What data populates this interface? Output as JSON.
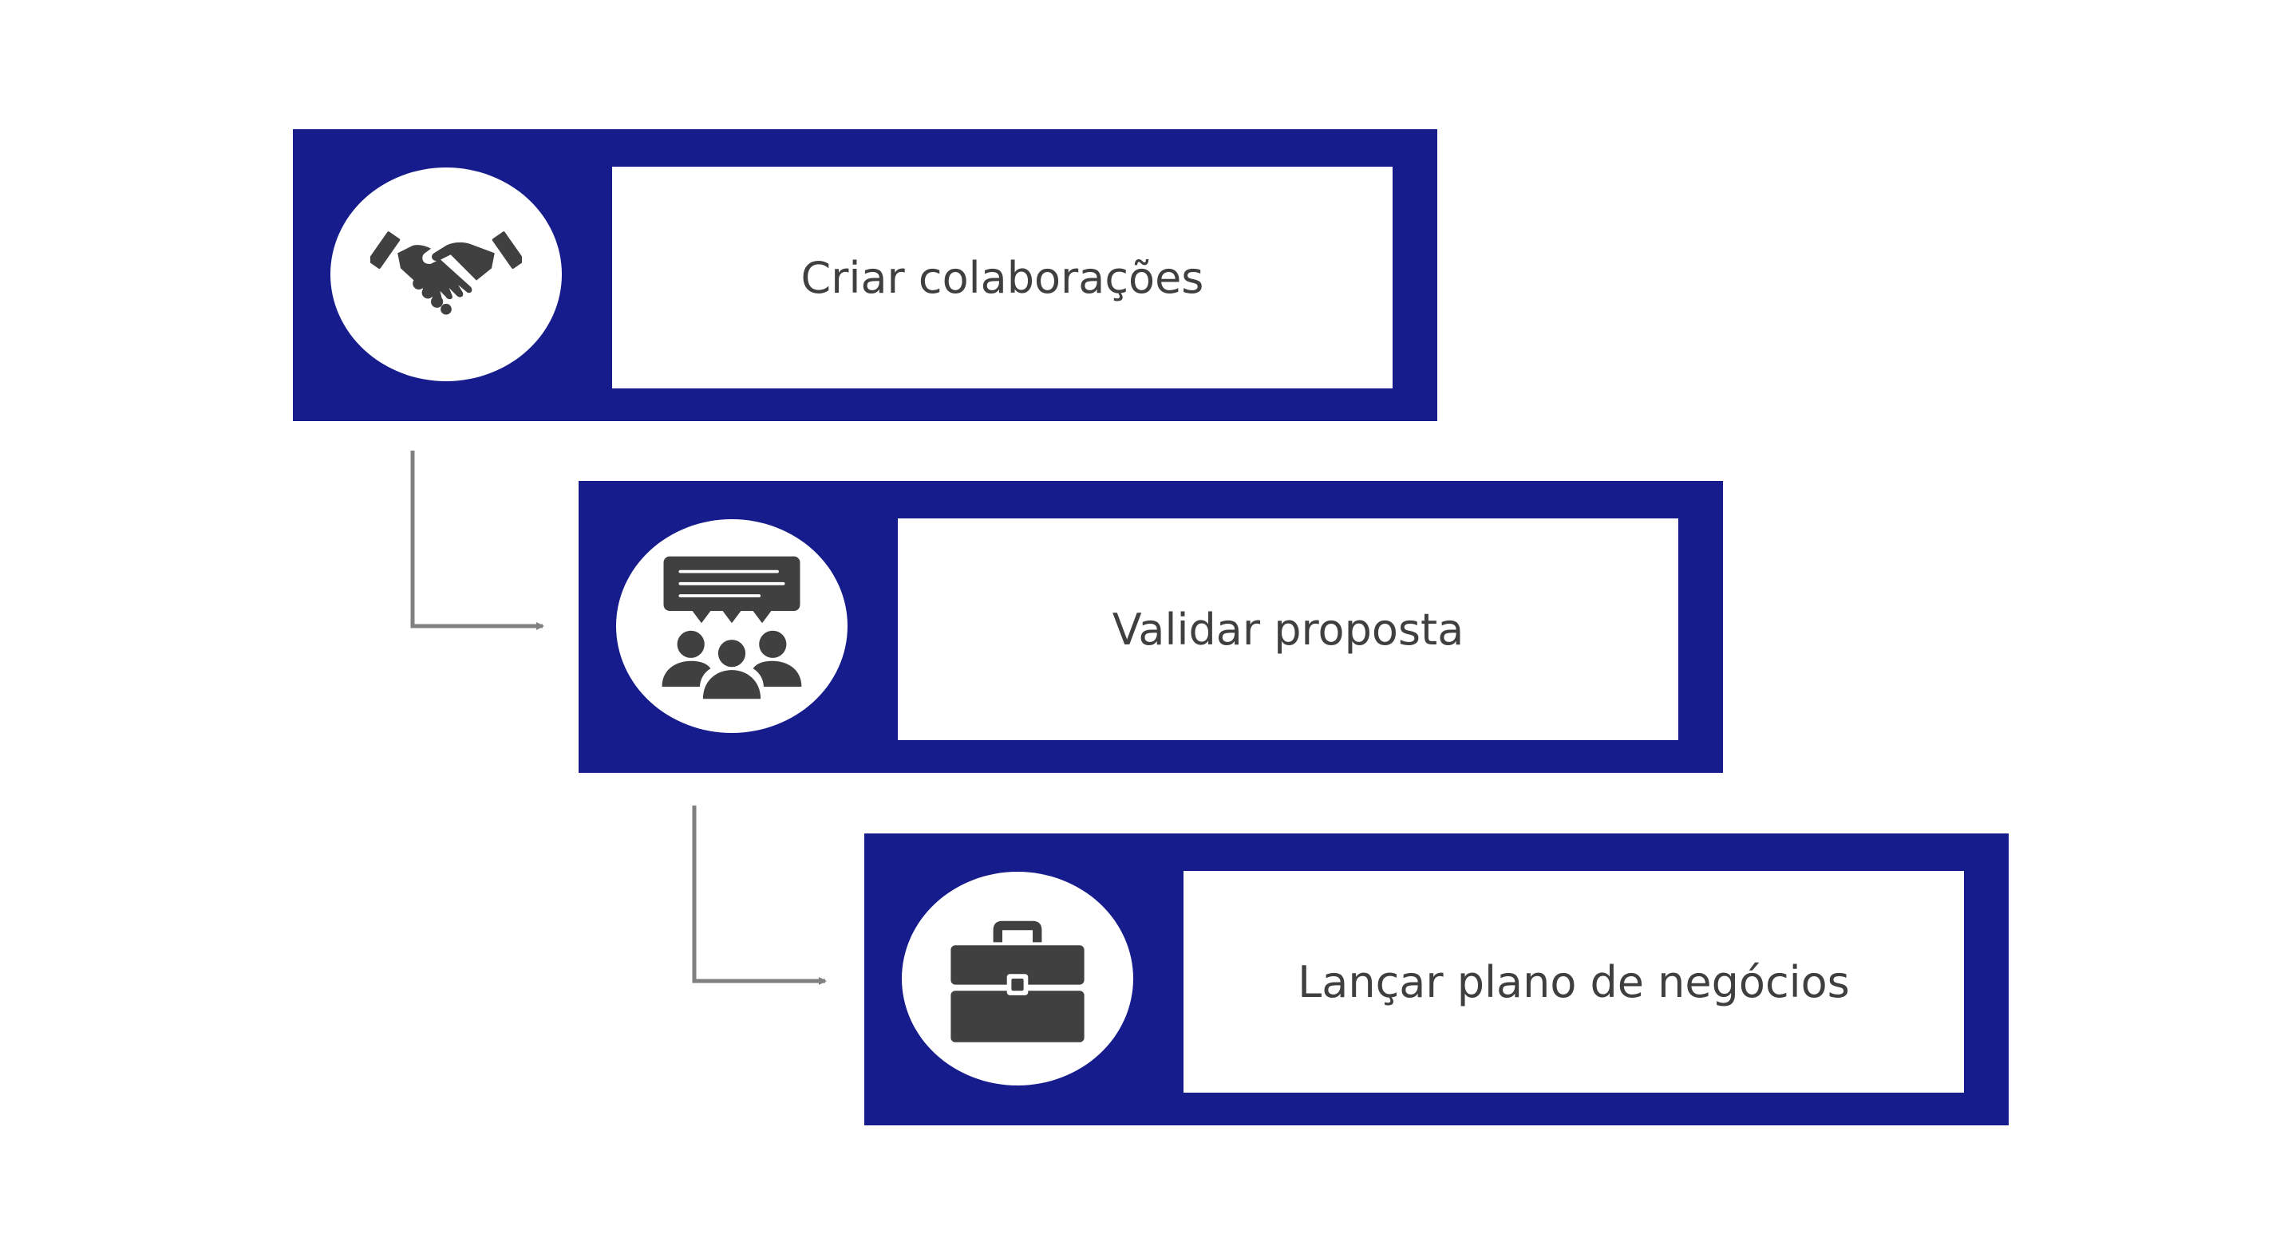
{
  "colors": {
    "box_fill": "#161c8c",
    "label_text": "#3f3f3f",
    "connector": "#808080",
    "icon_fill": "#404040"
  },
  "steps": [
    {
      "label": "Criar colaborações",
      "icon": "handshake-icon"
    },
    {
      "label": "Validar proposta",
      "icon": "team-discussion-icon"
    },
    {
      "label": "Lançar plano de negócios",
      "icon": "briefcase-icon"
    }
  ]
}
